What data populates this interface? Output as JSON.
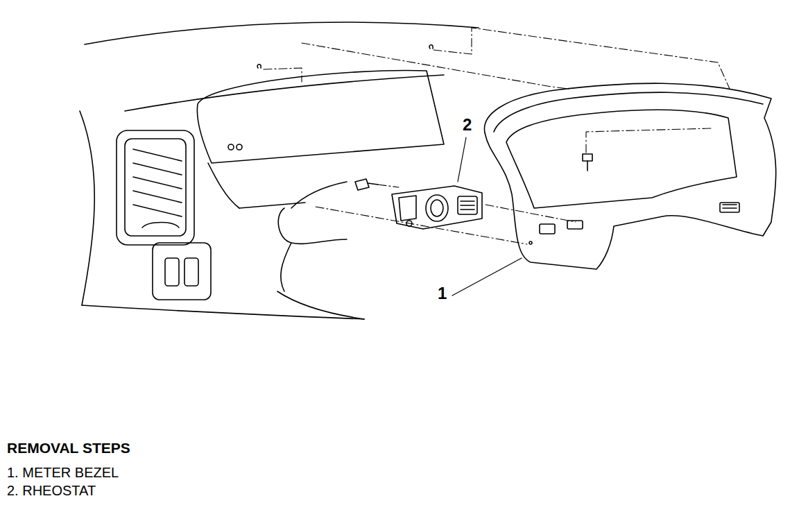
{
  "diagram": {
    "title": "REMOVAL STEPS",
    "labels": [
      "2",
      "1",
      "1. METER BEZEL",
      "2. RHEOSTAT"
    ]
  }
}
